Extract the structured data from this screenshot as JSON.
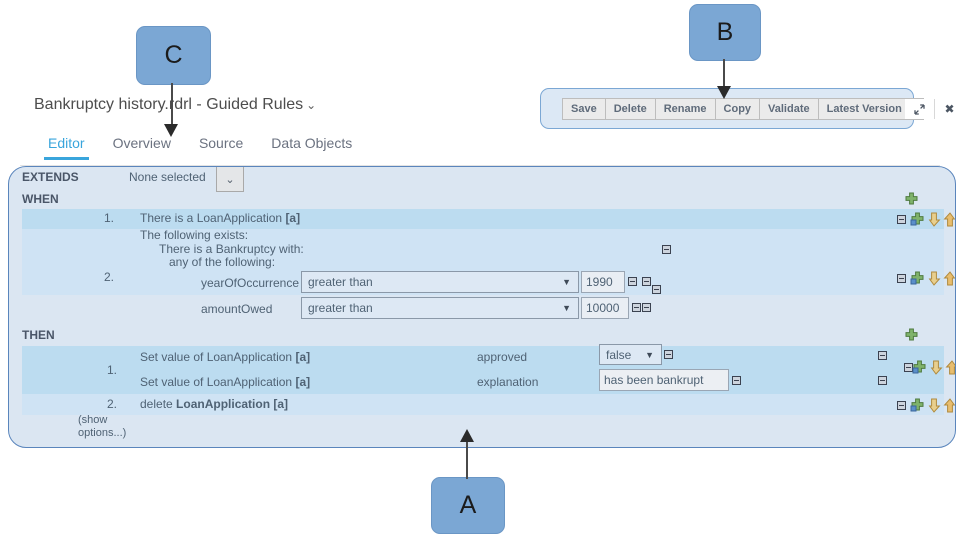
{
  "document": {
    "title": "Bankruptcy history.rdrl - Guided Rules",
    "title_chevron": "chevron-down-icon"
  },
  "tabs": [
    {
      "label": "Editor",
      "active": true
    },
    {
      "label": "Overview",
      "active": false
    },
    {
      "label": "Source",
      "active": false
    },
    {
      "label": "Data Objects",
      "active": false
    }
  ],
  "toolbar": {
    "buttons": [
      "Save",
      "Delete",
      "Rename",
      "Copy",
      "Validate"
    ],
    "version_label": "Latest Version",
    "version_caret": "⌄",
    "maximize_icon": "⤢",
    "close_icon": "✖"
  },
  "extends": {
    "label": "EXTENDS",
    "selected": "None selected",
    "caret": "⌄"
  },
  "when": {
    "label": "WHEN",
    "patterns": [
      {
        "number": "1.",
        "text_prefix": "There is a LoanApplication ",
        "text_bold": "[a]"
      },
      {
        "number": "2.",
        "line1": "The following exists:",
        "line2": "There is a Bankruptcy with:",
        "line3": "any of the following:",
        "constraints": [
          {
            "field": "yearOfOccurrence",
            "operator": "greater than",
            "value": "1990"
          },
          {
            "field": "amountOwed",
            "operator": "greater than",
            "value": "10000"
          }
        ]
      }
    ]
  },
  "then": {
    "label": "THEN",
    "actions": [
      {
        "number": "1.",
        "assignments": [
          {
            "text_prefix": "Set value of LoanApplication ",
            "text_bold": "[a]",
            "field": "approved",
            "value": "false",
            "control": "select"
          },
          {
            "text_prefix": "Set value of LoanApplication ",
            "text_bold": "[a]",
            "field": "explanation",
            "value": "has been bankrupt",
            "control": "text"
          }
        ]
      },
      {
        "number": "2.",
        "text_prefix": "delete ",
        "text_bold": "LoanApplication [a]"
      }
    ],
    "show_options": "(show options...)"
  },
  "callouts": [
    {
      "id": "A",
      "label": "A"
    },
    {
      "id": "B",
      "label": "B"
    },
    {
      "id": "C",
      "label": "C"
    }
  ],
  "colors": {
    "accent": "#39a5dc",
    "panel_bg": "#dbe6f2",
    "panel_border": "#5a85bc",
    "row_highlight": "#bcdcf0",
    "row_light": "#cfe3f4",
    "callout_fill": "#7ba7d4"
  }
}
